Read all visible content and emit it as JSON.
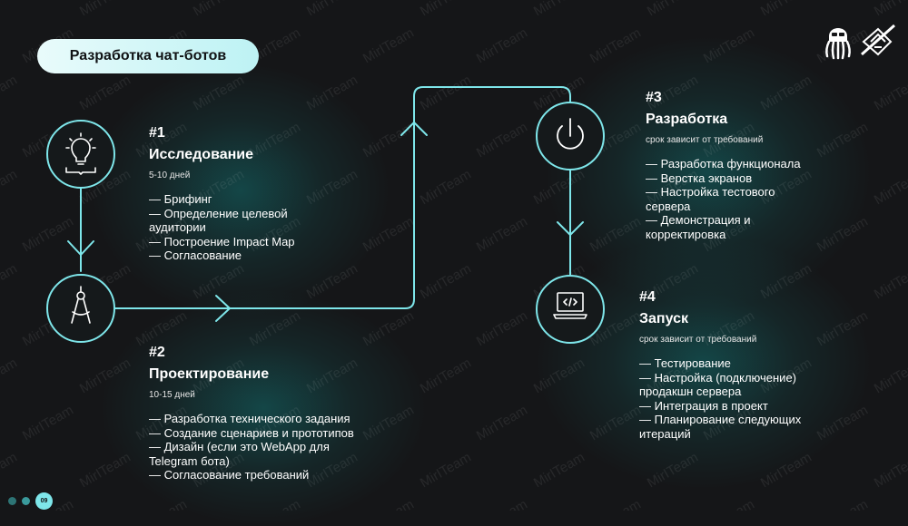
{
  "slide": {
    "title": "Разработка чат-ботов",
    "page_number": "09",
    "watermark": "MirITeam"
  },
  "steps": [
    {
      "id": "step1",
      "number": "#1",
      "name": "Исследование",
      "duration": "5-10 дней",
      "items": [
        "— Брифинг",
        "— Определение целевой",
        "аудитории",
        "— Построение Impact Map",
        "— Согласование"
      ],
      "icon": "lightbulb-book-icon"
    },
    {
      "id": "step2",
      "number": "#2",
      "name": "Проектирование",
      "duration": "10-15 дней",
      "items": [
        "— Разработка технического задания",
        "— Создание сценариев и прототипов",
        "— Дизайн (если это WebApp для",
        "Telegram бота)",
        "— Согласование требований"
      ],
      "icon": "compass-drafting-icon"
    },
    {
      "id": "step3",
      "number": "#3",
      "name": "Разработка",
      "duration": "срок зависит от требований",
      "items": [
        "— Разработка функционала",
        "— Верстка экранов",
        "— Настройка тестового",
        "сервера",
        "— Демонстрация и",
        "корректировка"
      ],
      "icon": "power-icon"
    },
    {
      "id": "step4",
      "number": "#4",
      "name": "Запуск",
      "duration": "срок зависит от требований",
      "items": [
        "— Тестирование",
        "— Настройка (подключение)",
        "продакшн сервера",
        "— Интеграция в проект",
        "— Планирование следующих",
        "итераций"
      ],
      "icon": "laptop-code-icon"
    }
  ],
  "colors": {
    "background": "#151618",
    "accent": "#7ee6ea",
    "line": "#7ee6ea",
    "text": "#ffffff"
  }
}
